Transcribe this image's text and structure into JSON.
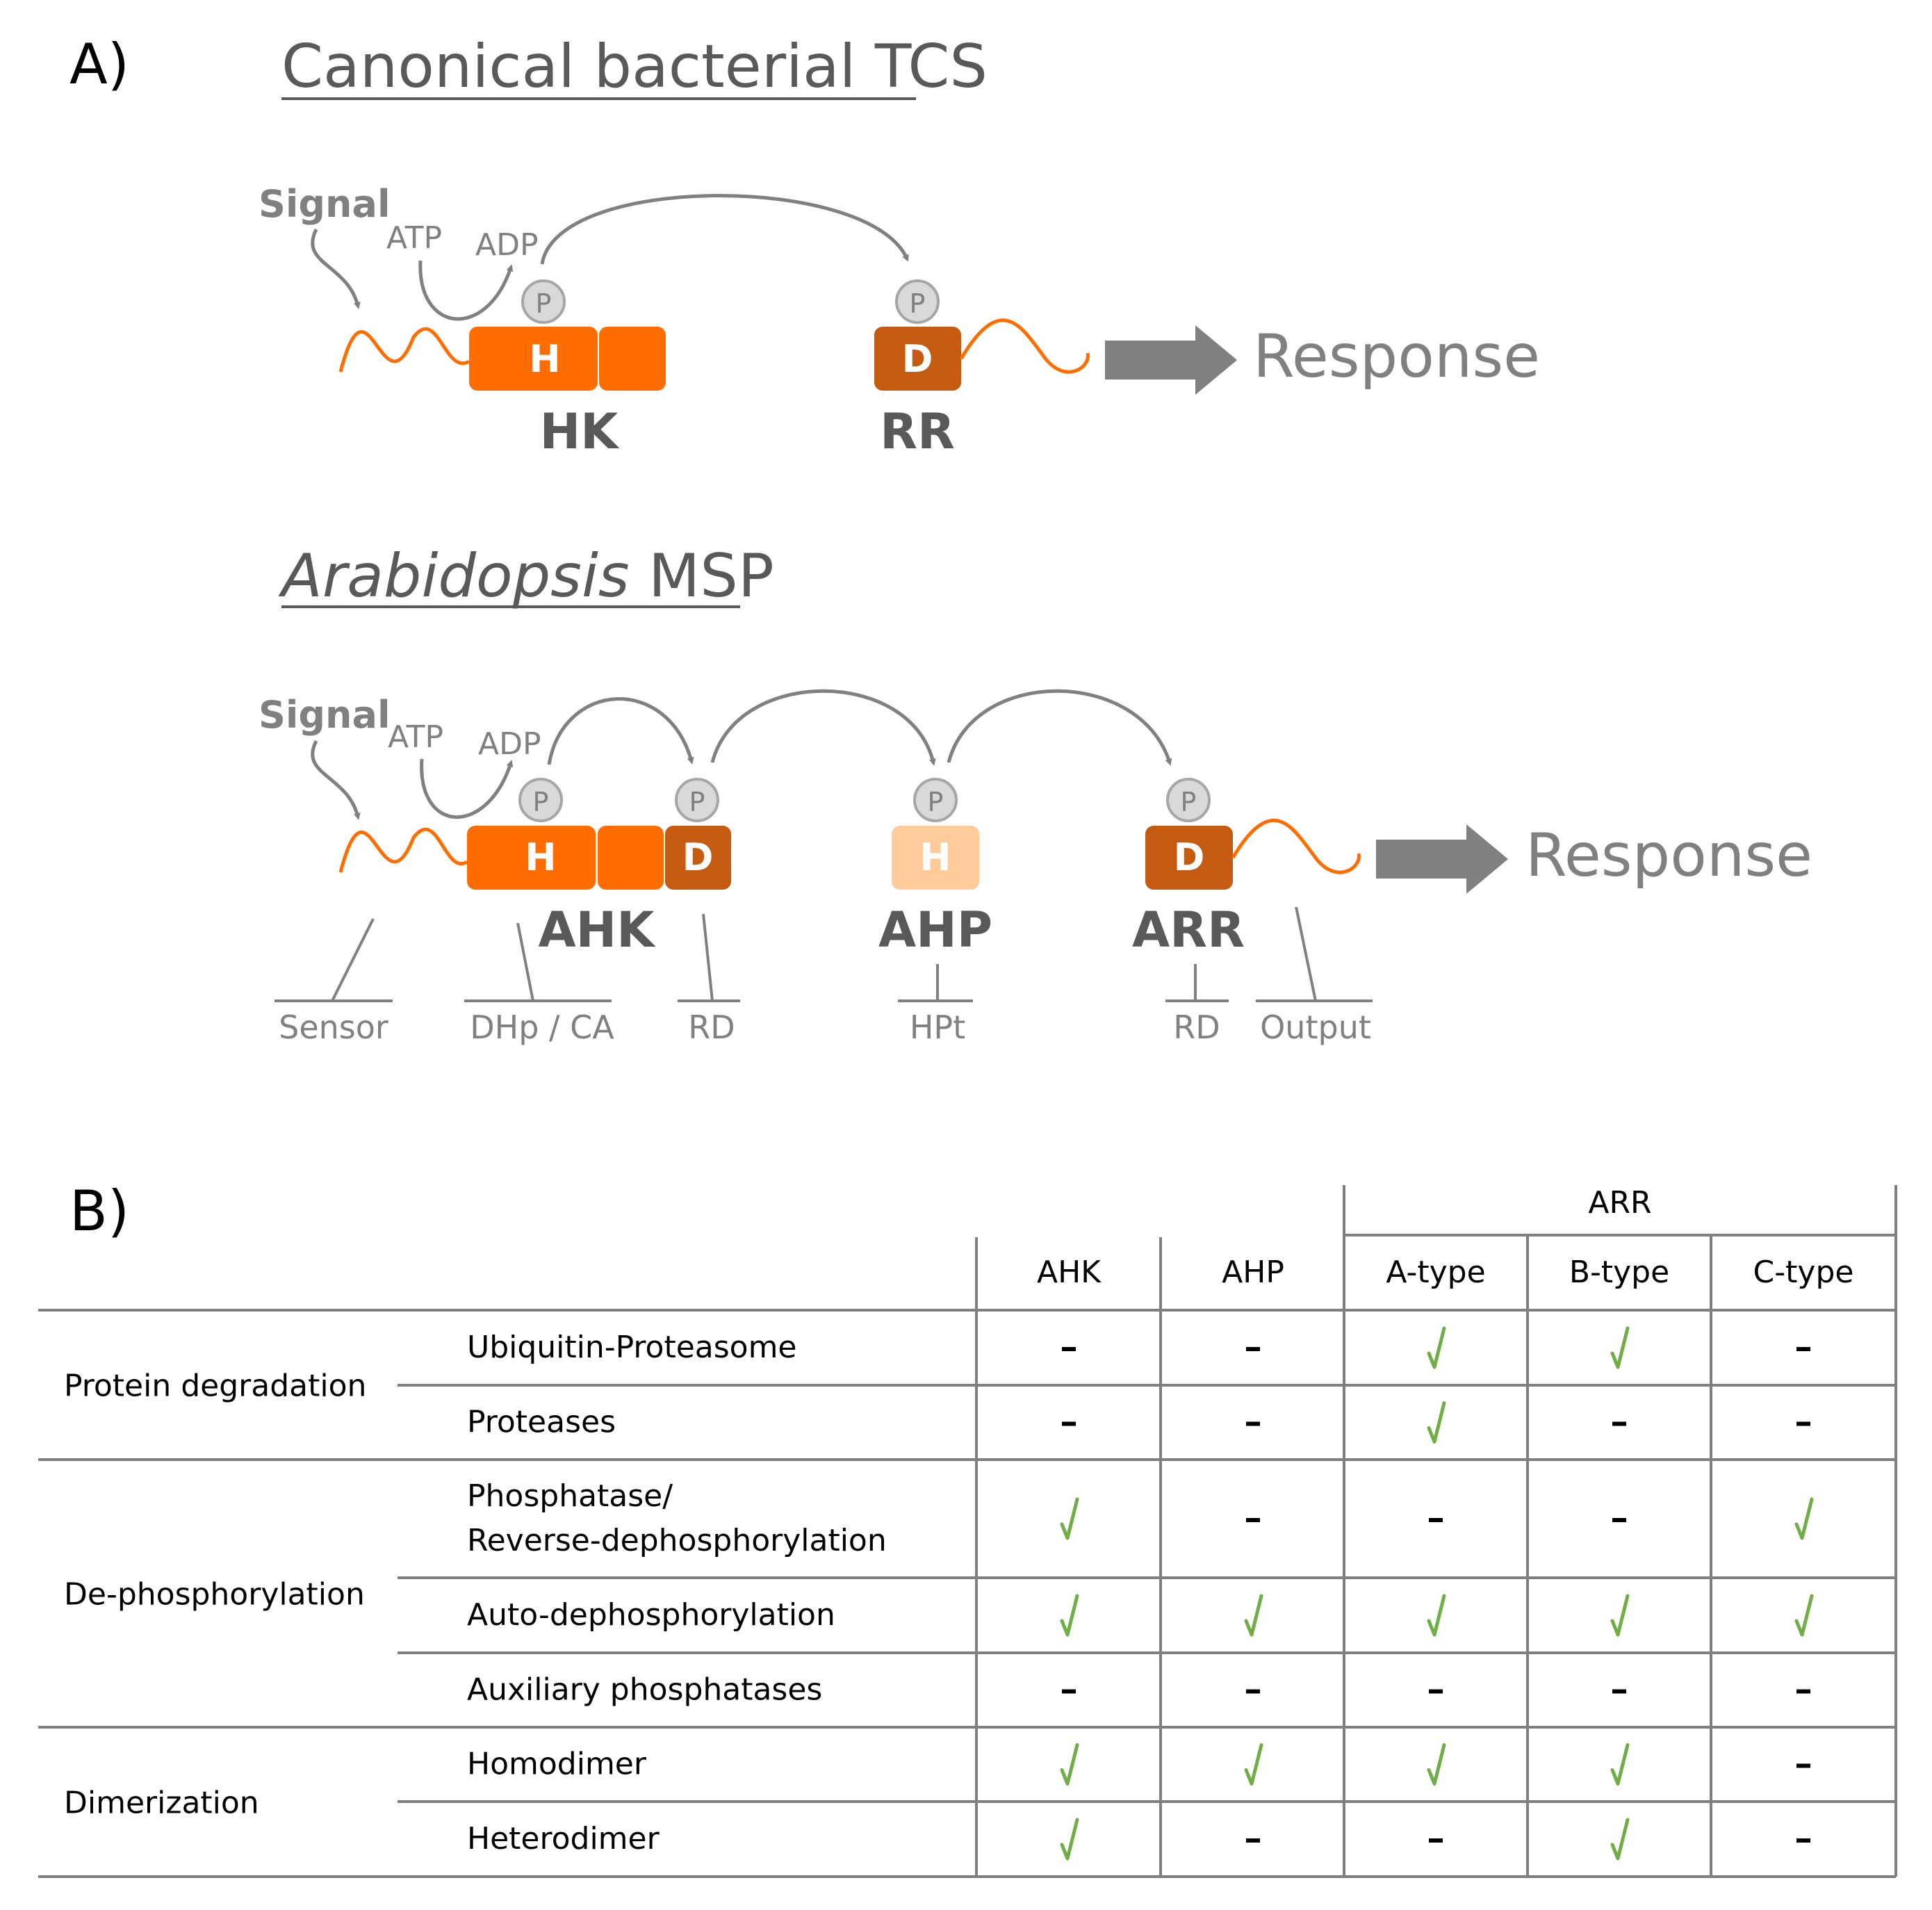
{
  "panel_a": {
    "label": "A)",
    "tcs": {
      "title": "Canonical bacterial TCS",
      "signal": "Signal",
      "atp": "ATP",
      "adp": "ADP",
      "phospho": "P",
      "hk_domain": "H",
      "rr_domain": "D",
      "hk_name": "HK",
      "rr_name": "RR",
      "response": "Response"
    },
    "msp": {
      "title_italic": "Arabidopsis",
      "title_rest": " MSP",
      "signal": "Signal",
      "atp": "ATP",
      "adp": "ADP",
      "phospho": "P",
      "ahk_h": "H",
      "ahk_d": "D",
      "ahp_h": "H",
      "arr_d": "D",
      "ahk_name": "AHK",
      "ahp_name": "AHP",
      "arr_name": "ARR",
      "response": "Response",
      "domain_labels": {
        "sensor": "Sensor",
        "dhp_ca": "DHp / CA",
        "rd1": "RD",
        "hpt": "HPt",
        "rd2": "RD",
        "output": "Output"
      }
    },
    "colors": {
      "orange": "#ff6d00",
      "dark_orange": "#c55a11",
      "light_orange": "#ffcc99",
      "gray": "#808080",
      "text_dark": "#595959"
    }
  },
  "panel_b": {
    "label": "B)",
    "group_header": "ARR",
    "columns": [
      "AHK",
      "AHP",
      "A-type",
      "B-type",
      "C-type"
    ],
    "groups": [
      {
        "name": "Protein degradation",
        "rows": [
          {
            "label": [
              "Ubiquitin-Proteasome"
            ],
            "values": [
              "–",
              "–",
              "✓",
              "✓",
              "–"
            ]
          },
          {
            "label": [
              "Proteases"
            ],
            "values": [
              "–",
              "–",
              "✓",
              "–",
              "–"
            ]
          }
        ]
      },
      {
        "name": "De-phosphorylation",
        "rows": [
          {
            "label": [
              "Phosphatase/",
              "Reverse-dephosphorylation"
            ],
            "values": [
              "✓",
              "–",
              "–",
              "–",
              "✓"
            ]
          },
          {
            "label": [
              "Auto-dephosphorylation"
            ],
            "values": [
              "✓",
              "✓",
              "✓",
              "✓",
              "✓"
            ]
          },
          {
            "label": [
              "Auxiliary phosphatases"
            ],
            "values": [
              "–",
              "–",
              "–",
              "–",
              "–"
            ]
          }
        ]
      },
      {
        "name": "Dimerization",
        "rows": [
          {
            "label": [
              "Homodimer"
            ],
            "values": [
              "✓",
              "✓",
              "✓",
              "✓",
              "–"
            ]
          },
          {
            "label": [
              "Heterodimer"
            ],
            "values": [
              "✓",
              "–",
              "–",
              "✓",
              "–"
            ]
          }
        ]
      }
    ],
    "colors": {
      "check": "#70ad47",
      "dash": "#000000",
      "line": "#7f7f7f"
    }
  }
}
